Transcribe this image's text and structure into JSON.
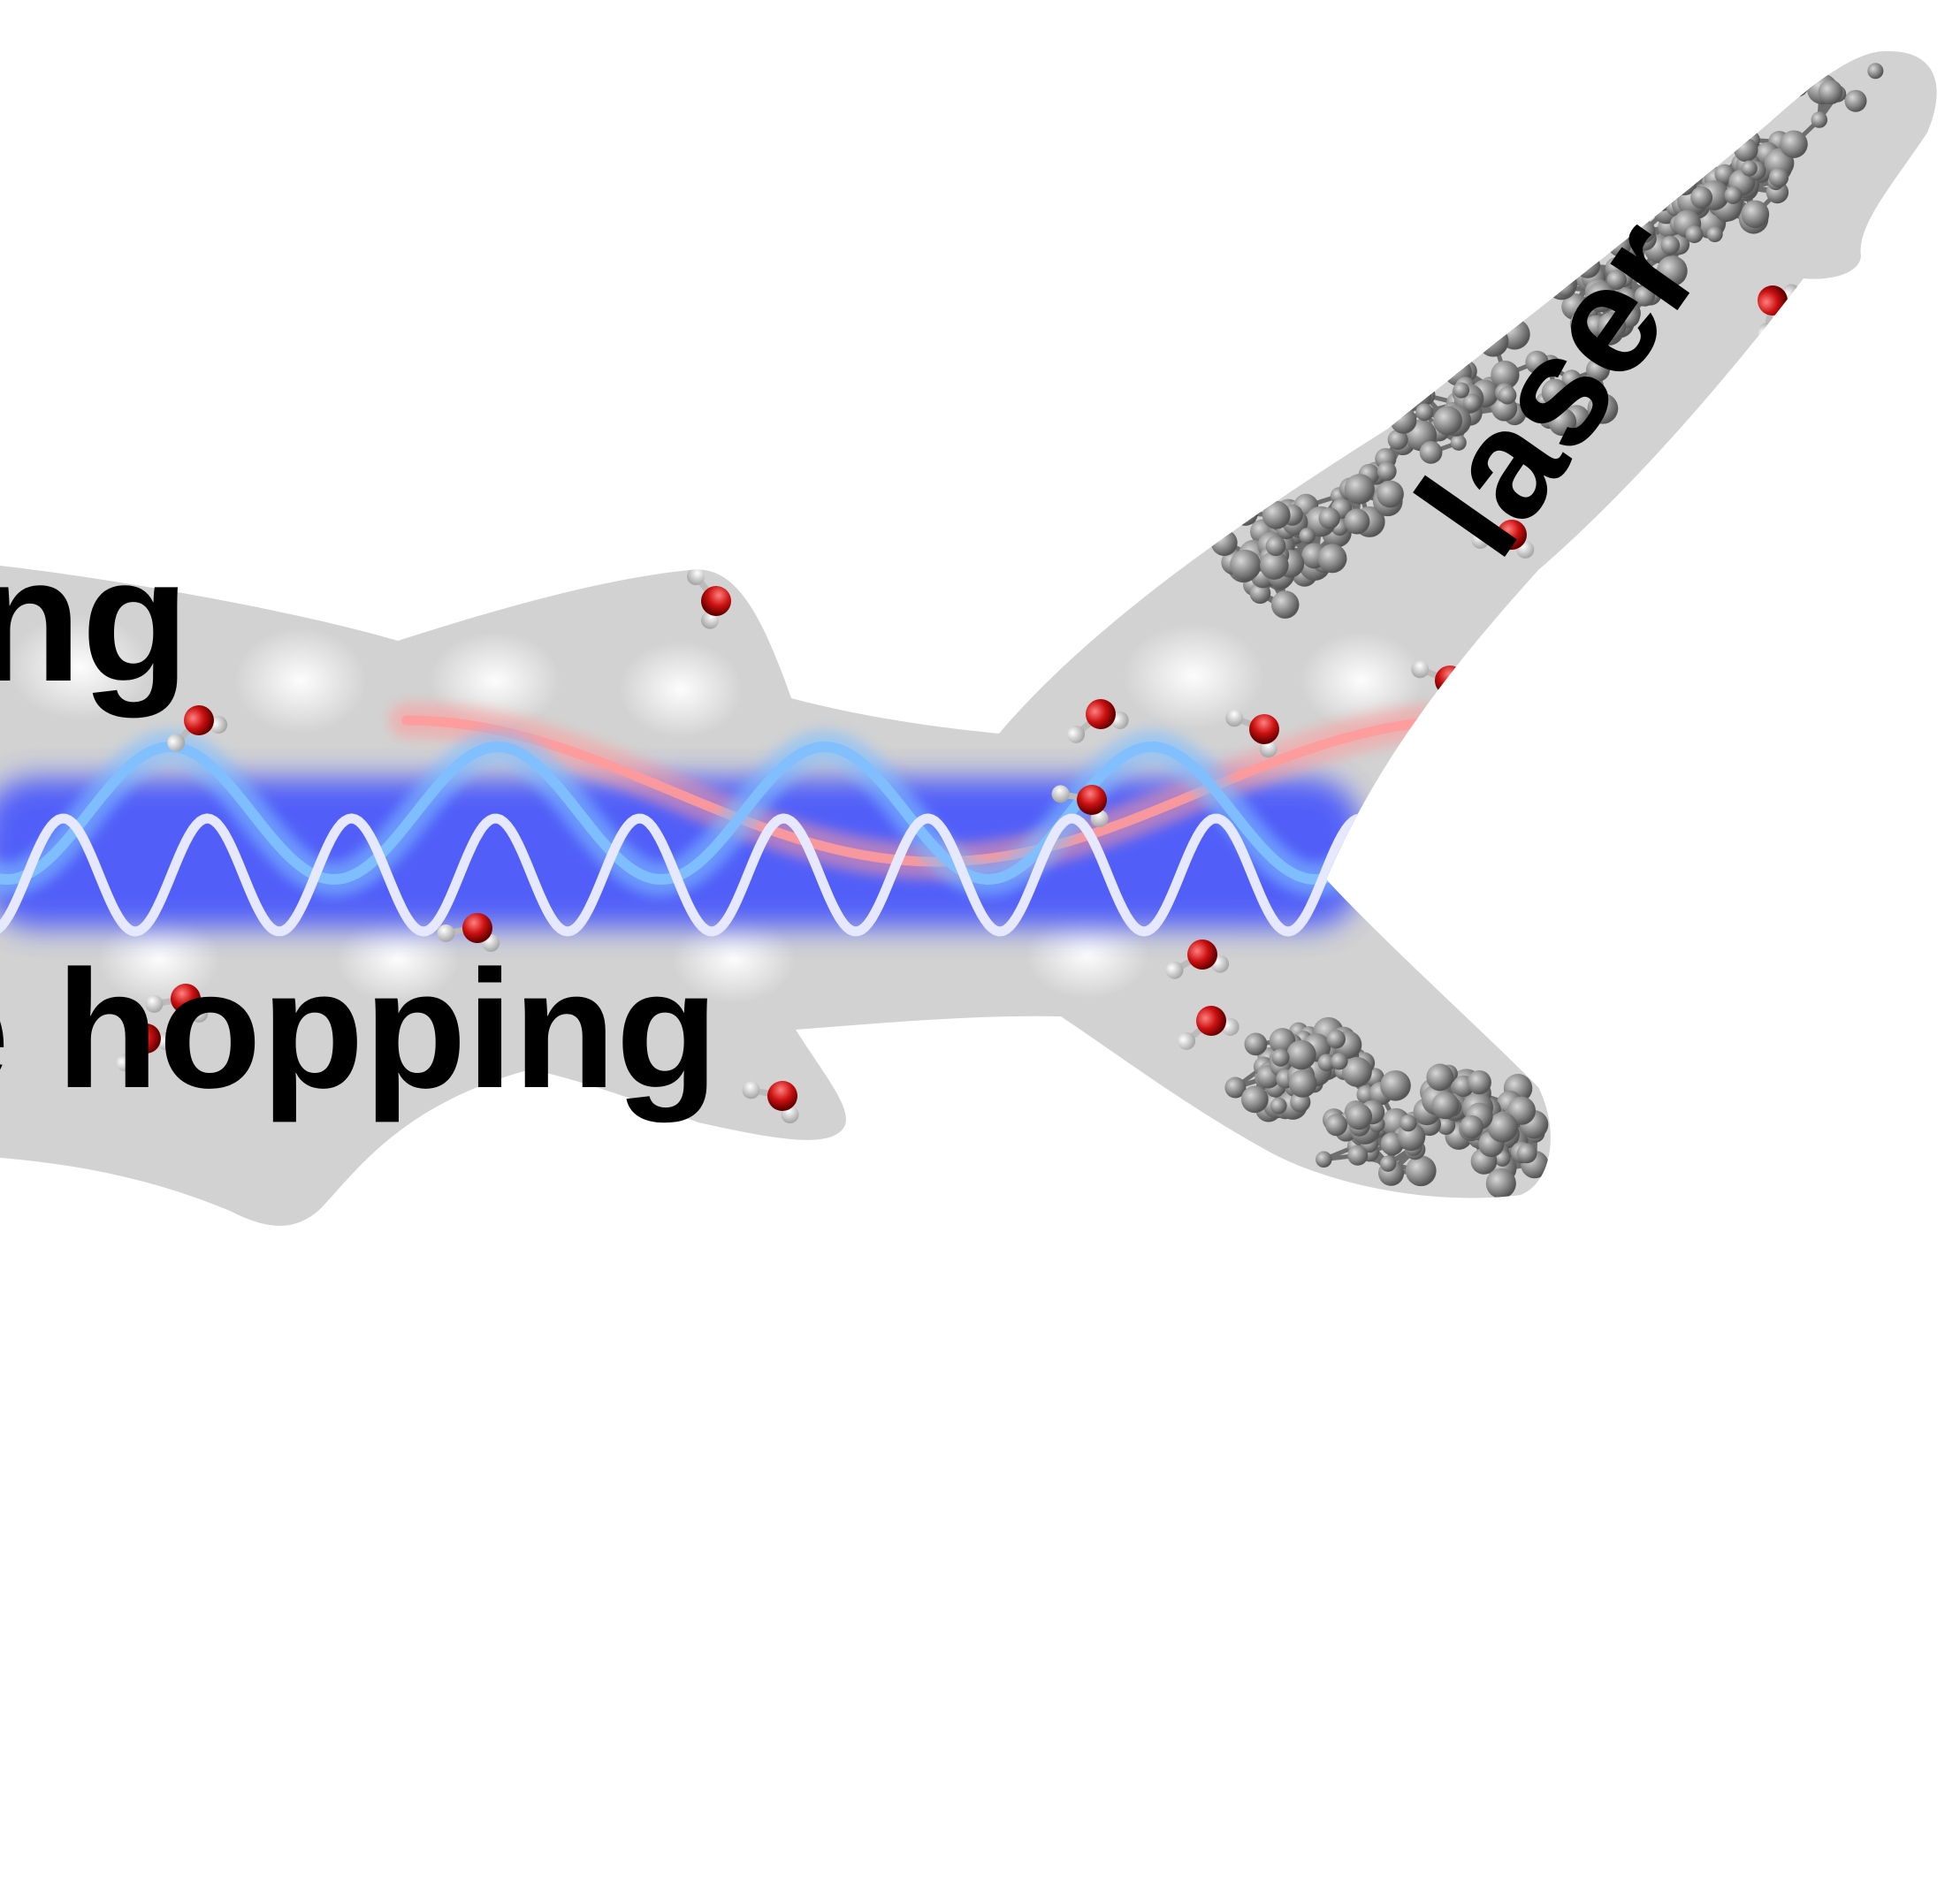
{
  "labels": {
    "upper_fragment": "ng",
    "lower_fragment": "e hopping",
    "fin": "laser"
  },
  "colors": {
    "background": "#ffffff",
    "shark_body": "#d2d2d2",
    "glow_highlight": "#ffffff",
    "fast_wave": "#e6e8ff",
    "fast_wave_glow": "#3a4bff",
    "medium_wave": "#7fbfff",
    "slow_wave": "#ff9a9a",
    "oxygen_atom": "#cc1111",
    "hydrogen_atom": "#f2f2f2",
    "carbon_atom": "#8a8a8a",
    "text": "#000000"
  },
  "icons": {
    "molecule": "water-molecule-icon",
    "cluster": "carbon-cluster-icon"
  }
}
